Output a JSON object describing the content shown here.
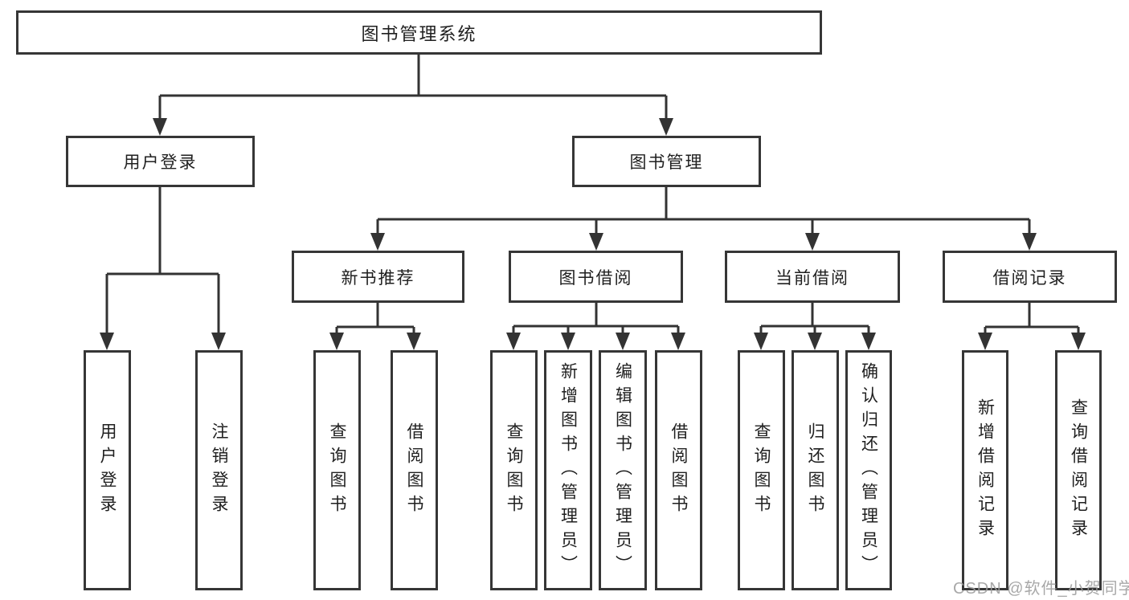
{
  "nodes": {
    "root": "图书管理系统",
    "l1": [
      "用户登录",
      "图书管理"
    ],
    "l2": [
      "新书推荐",
      "图书借阅",
      "当前借阅",
      "借阅记录"
    ],
    "leaves": [
      "用户登录",
      "注销登录",
      "查询图书",
      "借阅图书",
      "查询图书",
      "新增图书（管理员）",
      "编辑图书（管理员）",
      "借阅图书",
      "查询图书",
      "归还图书",
      "确认归还（管理员）",
      "新增借阅记录",
      "查询借阅记录"
    ]
  },
  "hierarchy": {
    "图书管理系统": {
      "用户登录": [
        "用户登录",
        "注销登录"
      ],
      "图书管理": {
        "新书推荐": [
          "查询图书",
          "借阅图书"
        ],
        "图书借阅": [
          "查询图书",
          "新增图书（管理员）",
          "编辑图书（管理员）",
          "借阅图书"
        ],
        "当前借阅": [
          "查询图书",
          "归还图书",
          "确认归还（管理员）"
        ],
        "借阅记录": [
          "新增借阅记录",
          "查询借阅记录"
        ]
      }
    }
  },
  "watermark": {
    "text": "CSDN @软件_小贺同学"
  },
  "colors": {
    "line": "#333333",
    "border": "#363636",
    "fill": "#ffffff",
    "text": "#1f1f1f",
    "watermark": "#9d9d9d"
  }
}
